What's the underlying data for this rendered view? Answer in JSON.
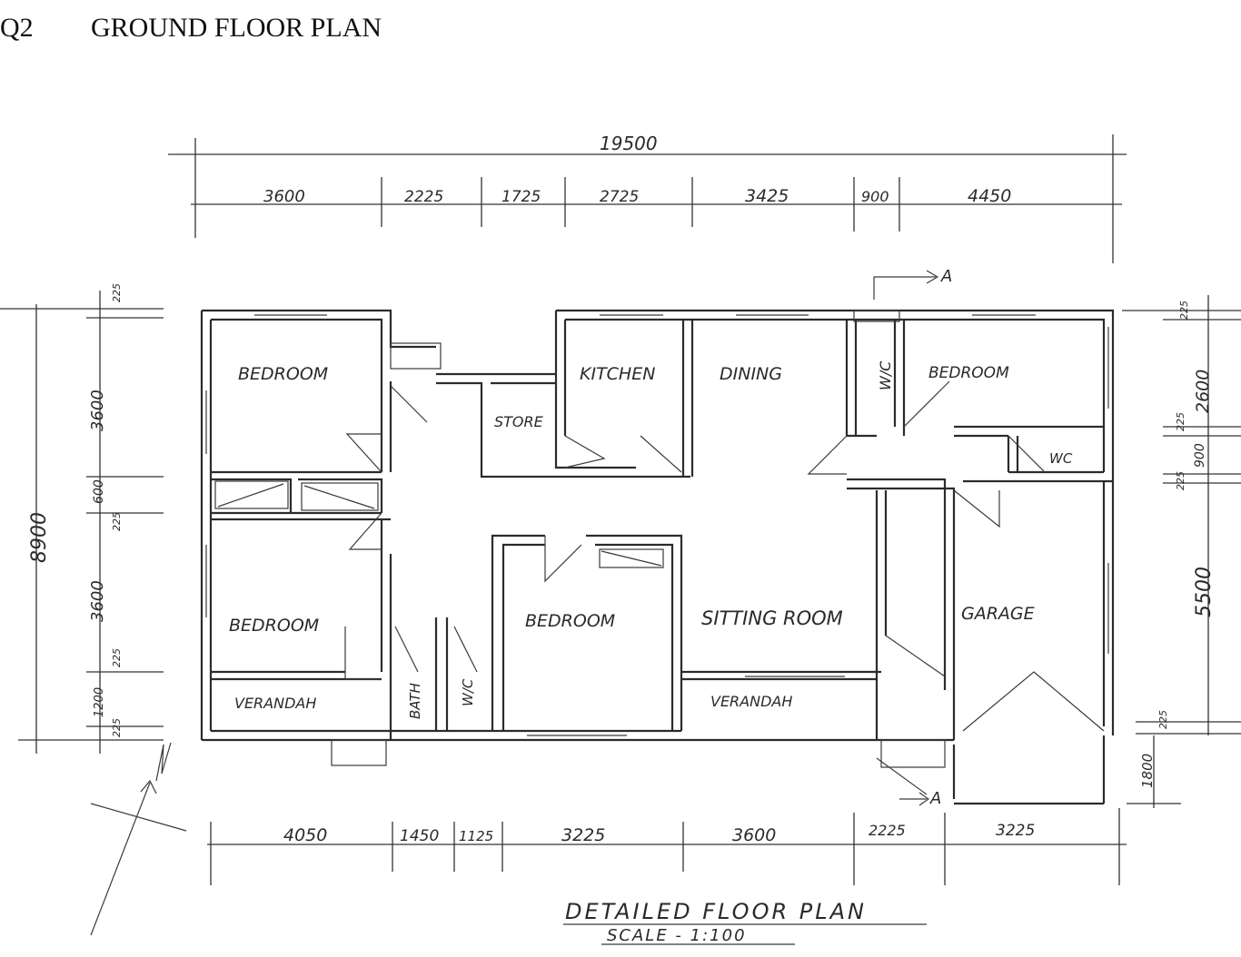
{
  "header": {
    "question": "Q2",
    "title": "GROUND FLOOR PLAN"
  },
  "rooms": {
    "bedroom_1": "BEDROOM",
    "bedroom_2": "BEDROOM",
    "bedroom_3": "BEDROOM",
    "bedroom_4": "BEDROOM",
    "store": "STORE",
    "kitchen": "KITCHEN",
    "dining": "DINING",
    "wc_top": "W/C",
    "wc_right": "WC",
    "wc_bottom": "W/C",
    "bath": "BATH",
    "sitting_room": "SITTING ROOM",
    "garage": "GARAGE",
    "verandah_left": "VERANDAH",
    "verandah_right": "VERANDAH"
  },
  "dimensions": {
    "overall_top": "19500",
    "top": [
      "3600",
      "2225",
      "1725",
      "2725",
      "3425",
      "900",
      "4450"
    ],
    "bottom": [
      "4050",
      "1450",
      "1125",
      "3225",
      "3600",
      "2225",
      "3225"
    ],
    "left_overall": "8900",
    "left": [
      "225",
      "3600",
      "600",
      "225",
      "3600",
      "225",
      "1200",
      "225"
    ],
    "right": [
      "225",
      "2600",
      "225",
      "900",
      "225",
      "5500",
      "225",
      "1800"
    ]
  },
  "section_marks": {
    "top": "A",
    "bottom": "A"
  },
  "drawing_title": "DETAILED FLOOR PLAN",
  "scale": "SCALE - 1:100"
}
